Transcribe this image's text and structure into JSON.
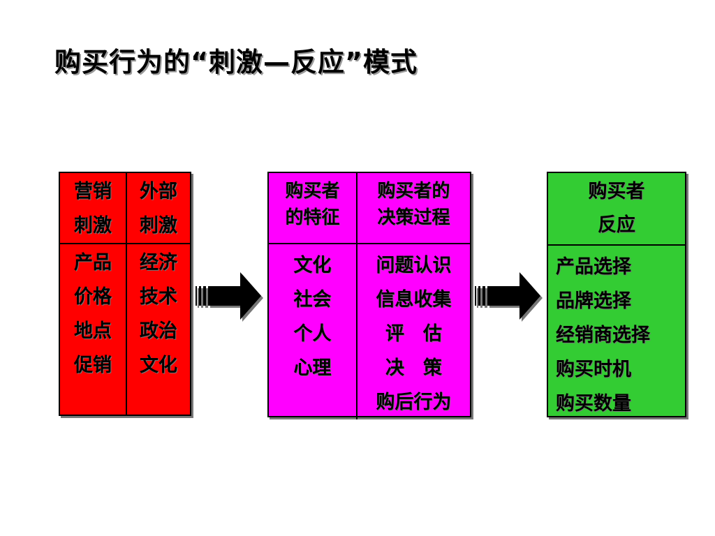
{
  "title": "购买行为的“刺激—反应”模式",
  "stimuli_box": {
    "color": "#ff0000",
    "marketing": {
      "header": [
        "营销",
        "刺激"
      ],
      "items": [
        "产品",
        "价格",
        "地点",
        "促销"
      ]
    },
    "external": {
      "header": [
        "外部",
        "刺激"
      ],
      "items": [
        "经济",
        "技术",
        "政治",
        "文化"
      ]
    }
  },
  "buyer_box": {
    "color": "#ff00ff",
    "characteristics": {
      "header": [
        "购买者",
        "的特征"
      ],
      "items": [
        "文化",
        "社会",
        "个人",
        "心理"
      ]
    },
    "decision_process": {
      "header": [
        "购买者的",
        "决策过程"
      ],
      "items": [
        "问题认识",
        "信息收集",
        "评　估",
        "决　策",
        "购后行为"
      ]
    }
  },
  "response_box": {
    "color": "#33cc33",
    "header": [
      "购买者",
      "反应"
    ],
    "items": [
      "产品选择",
      "品牌选择",
      "经销商选择",
      "购买时机",
      "购买数量"
    ]
  },
  "arrows": [
    "right-arrow-icon",
    "right-arrow-icon"
  ]
}
